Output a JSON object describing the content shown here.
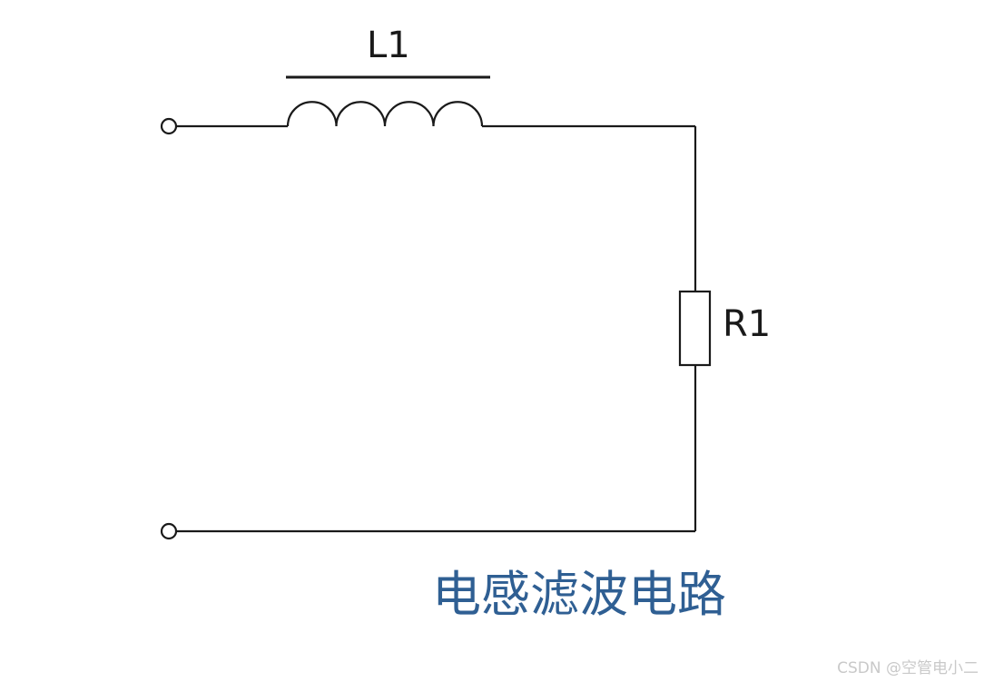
{
  "inductor": {
    "label": "L1"
  },
  "resistor": {
    "label": "R1"
  },
  "caption": {
    "text": "电感滤波电路",
    "color": "#2f5f93"
  },
  "watermark": {
    "text": "CSDN @空管电小二"
  },
  "colors": {
    "line": "#1a1a1a",
    "background": "#ffffff"
  }
}
